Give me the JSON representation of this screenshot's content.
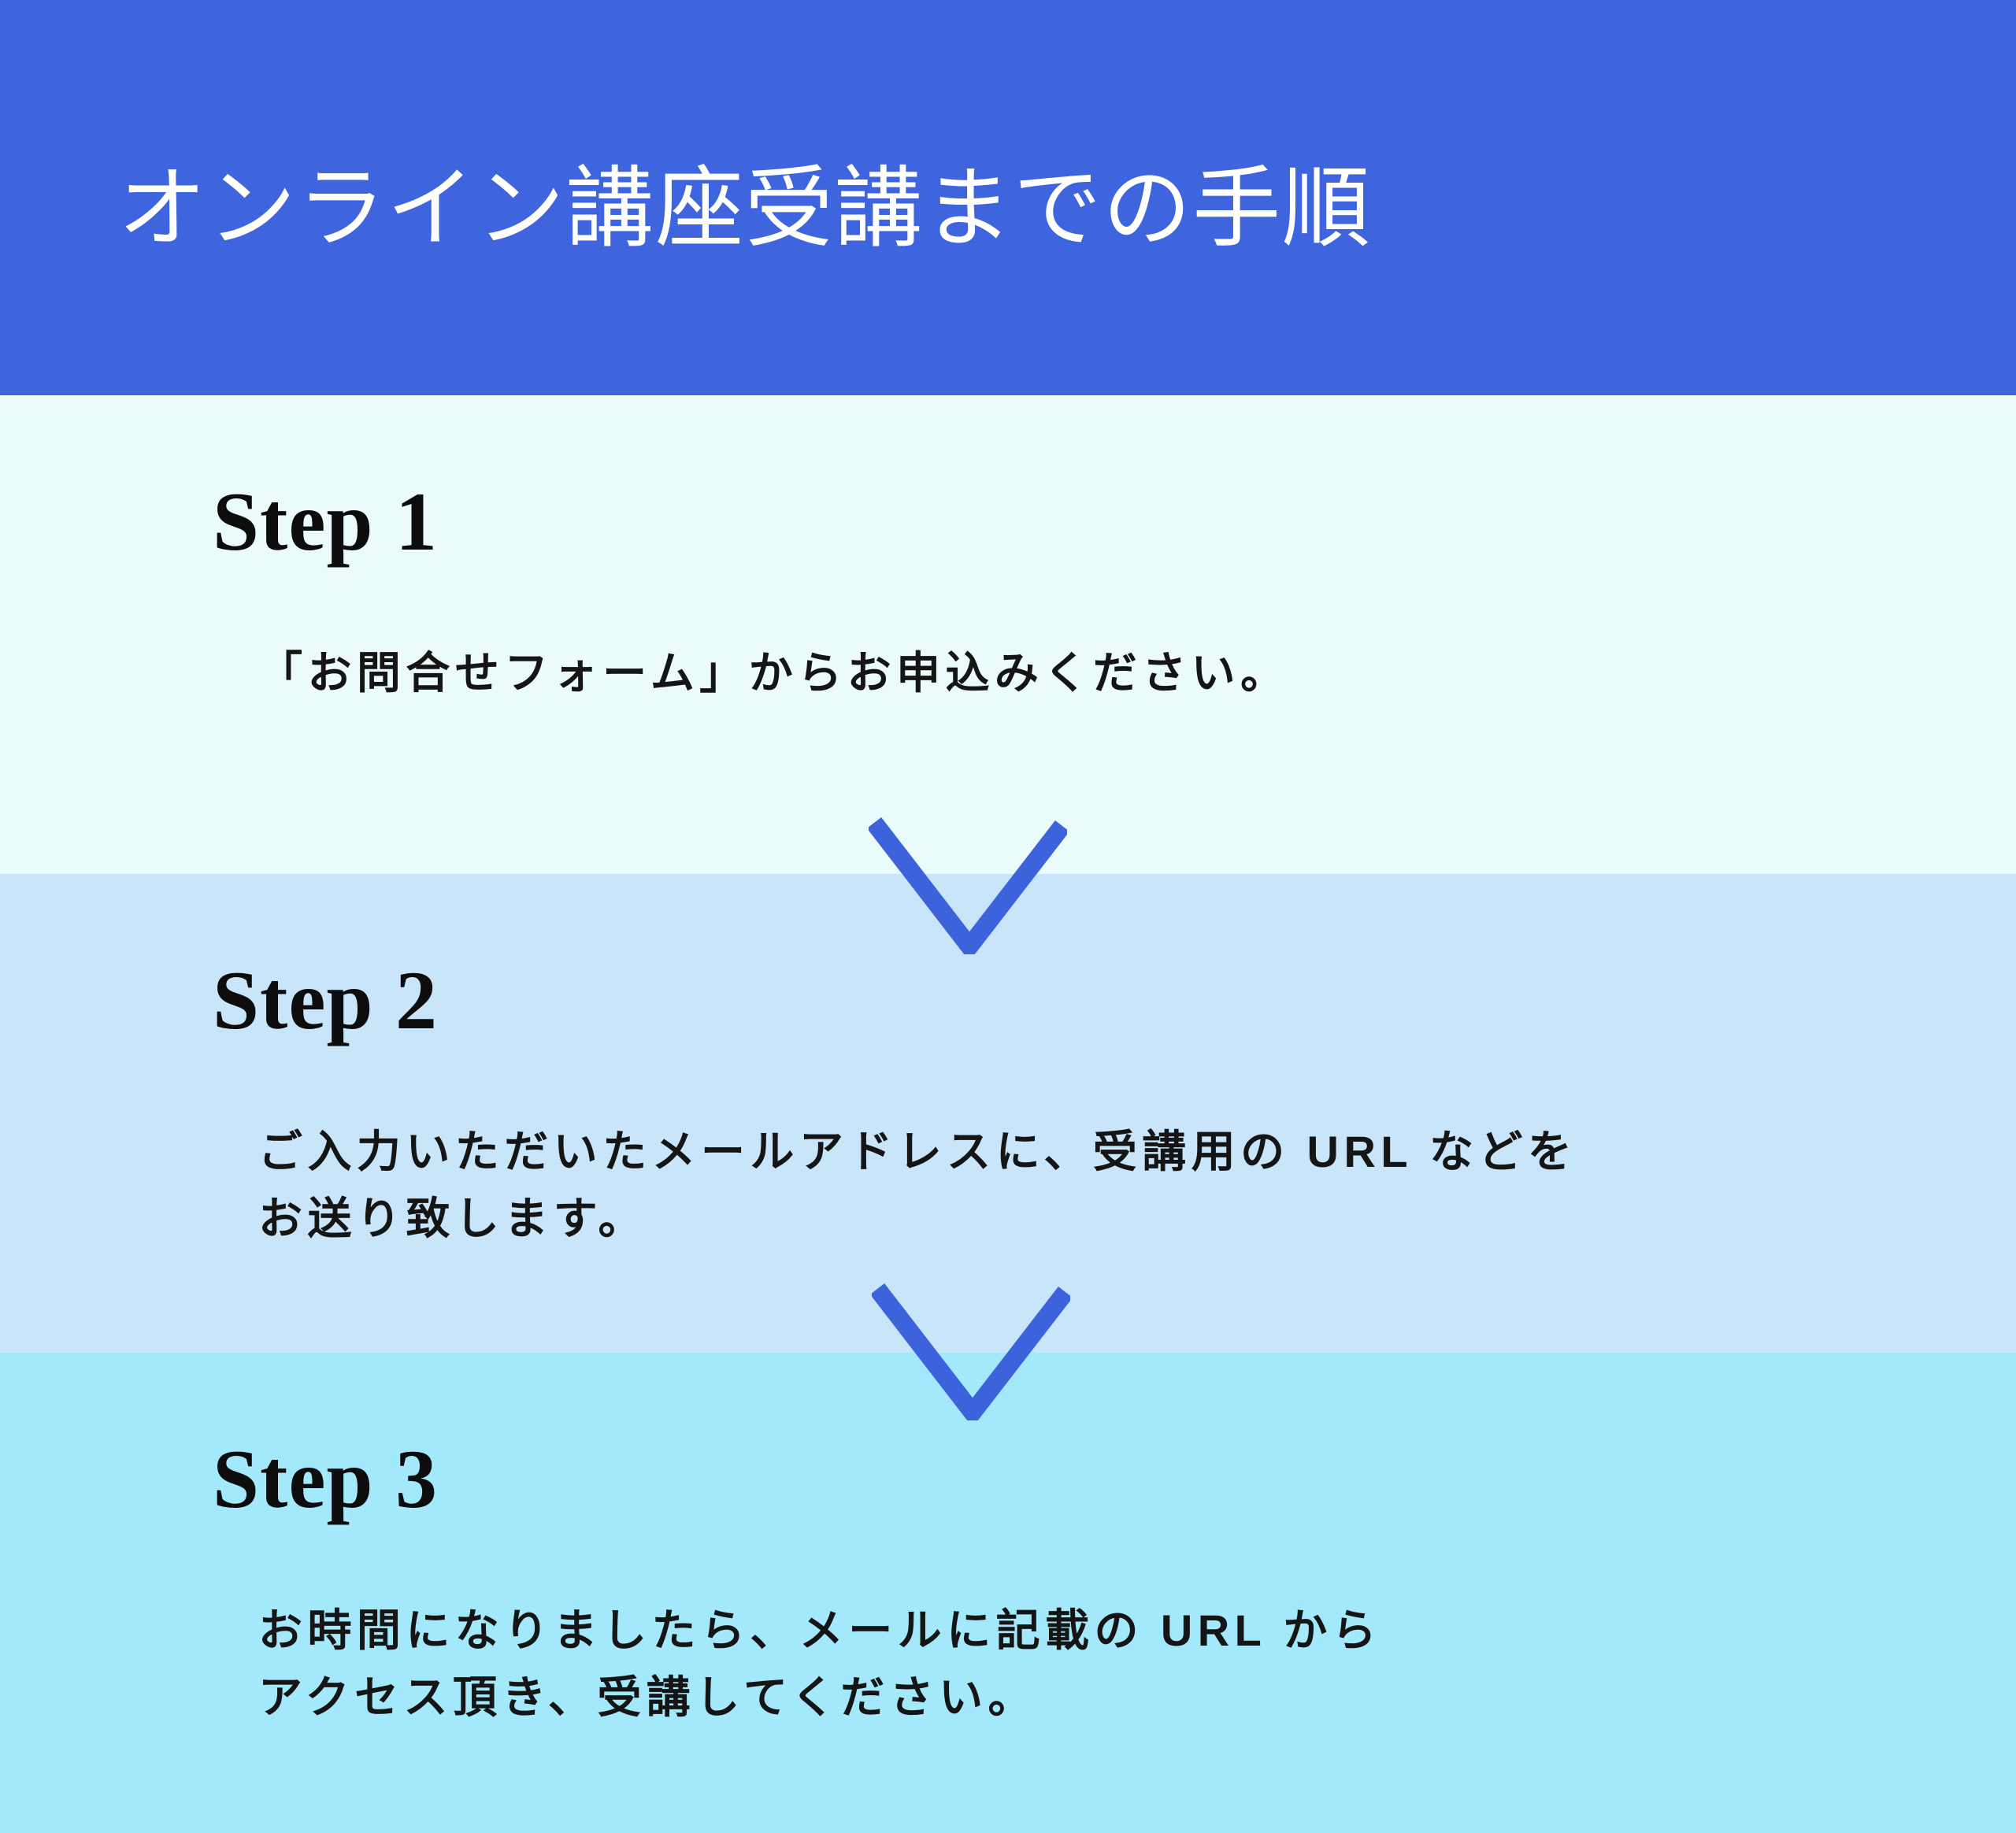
{
  "header": {
    "title": "オンライン講座受講までの手順",
    "background_color": "#3E65DE",
    "text_color": "#FFFFFF"
  },
  "steps": [
    {
      "title": "Step 1",
      "lines": [
        "「お問合せフォーム」からお申込みください。"
      ],
      "background_color": "#EBFAFB"
    },
    {
      "title": "Step 2",
      "lines": [
        "ご入力いただいたメールアドレスに、受講用の URL などを",
        "お送り致します。"
      ],
      "background_color": "#C8E5F9"
    },
    {
      "title": "Step 3",
      "lines": [
        "お時間になりましたら、メールに記載の URL から",
        "アクセス頂き、受講してください。"
      ],
      "background_color": "#A3E9FB"
    }
  ],
  "arrows": {
    "icon": "chevron-down-icon",
    "color": "#3D63DC",
    "count": 2
  }
}
